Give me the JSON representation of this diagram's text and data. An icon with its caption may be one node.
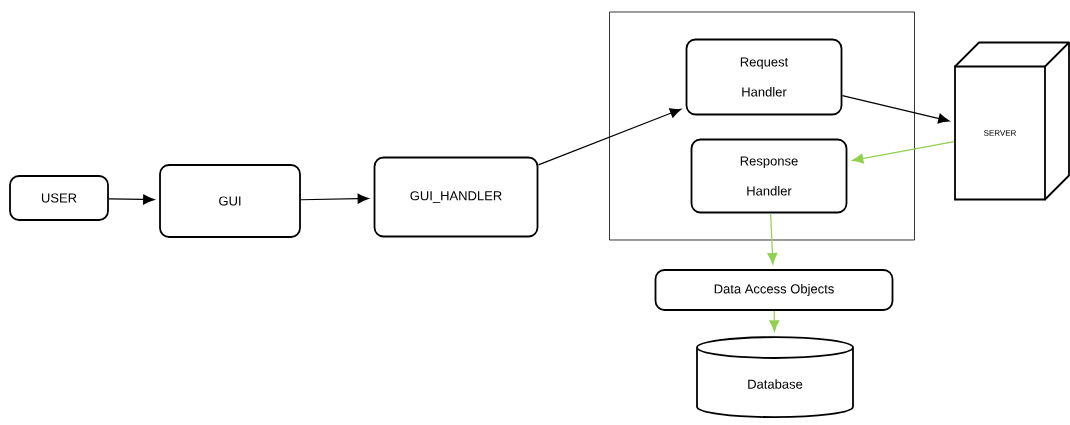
{
  "diagram": {
    "nodes": [
      {
        "text": [
          "USER"
        ]
      },
      {
        "text": [
          "GUI"
        ]
      },
      {
        "text": [
          "GUI_HANDLER"
        ]
      },
      {
        "text": [],
        "shape": "box"
      },
      {
        "text": [
          "Request Handler"
        ],
        "in": 3
      },
      {
        "text": [
          "Response Handler"
        ],
        "in": 3
      },
      {
        "text": [
          "SERVER"
        ]
      },
      {
        "text": [
          "Data Access Objects"
        ]
      },
      {
        "text": [
          "Database"
        ]
      }
    ],
    "edges": [
      {
        "from": 0,
        "to": 1,
        "arrow": "to"
      },
      {
        "from": 1,
        "to": 2,
        "arrow": "to"
      },
      {
        "from": 2,
        "to": 4,
        "arrow": "to"
      },
      {
        "from": 4,
        "to": 6,
        "arrow": "to"
      },
      {
        "from": 6,
        "to": 5,
        "arrow": "to",
        "color": "#92d050"
      },
      {
        "from": 5,
        "to": 7,
        "arrow": "to",
        "color": "#92d050"
      },
      {
        "from": 7,
        "to": 8,
        "arrow": "to",
        "color": "#92d050"
      }
    ]
  }
}
